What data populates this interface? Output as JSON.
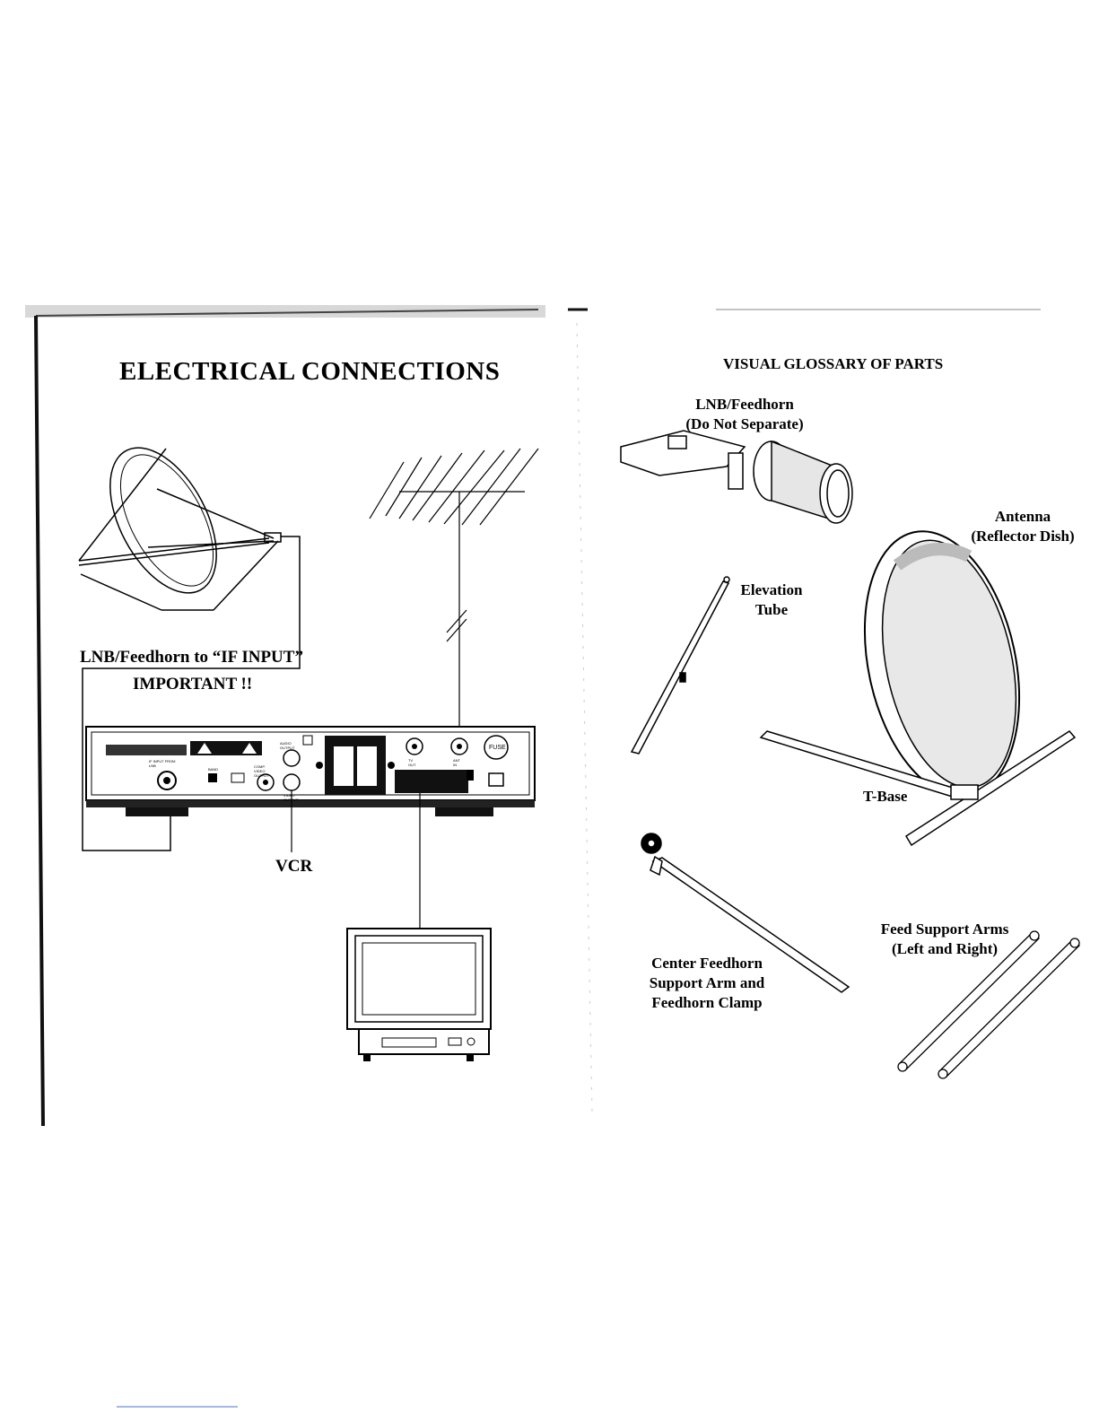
{
  "left_page": {
    "title": "ELECTRICAL CONNECTIONS",
    "lnb_label": "LNB/Feedhorn to “IF INPUT”",
    "important_label": "IMPORTANT !!",
    "vcr_label": "VCR",
    "receiver_panel_text": {
      "if_input": "IF INPUT FROM LNB",
      "band": "BAND",
      "audio_output": "AUDIO OUTPUT",
      "comp_video_output": "COMP. VIDEO OUTPUT",
      "video_output": "VIDEO OUTPUT",
      "tv_out": "TV OUT",
      "ant_in": "ANT IN",
      "fuse": "FUSE"
    }
  },
  "right_page": {
    "title": "VISUAL GLOSSARY OF PARTS",
    "parts": {
      "lnb_line1": "LNB/Feedhorn",
      "lnb_line2": "(Do Not Separate)",
      "antenna_line1": "Antenna",
      "antenna_line2": "(Reflector Dish)",
      "elevation_line1": "Elevation",
      "elevation_line2": "Tube",
      "tbase": "T-Base",
      "feed_arms_line1": "Feed Support Arms",
      "feed_arms_line2": "(Left and Right)",
      "center_line1": "Center Feedhorn",
      "center_line2": "Support Arm and",
      "center_line3": "Feedhorn Clamp"
    }
  }
}
